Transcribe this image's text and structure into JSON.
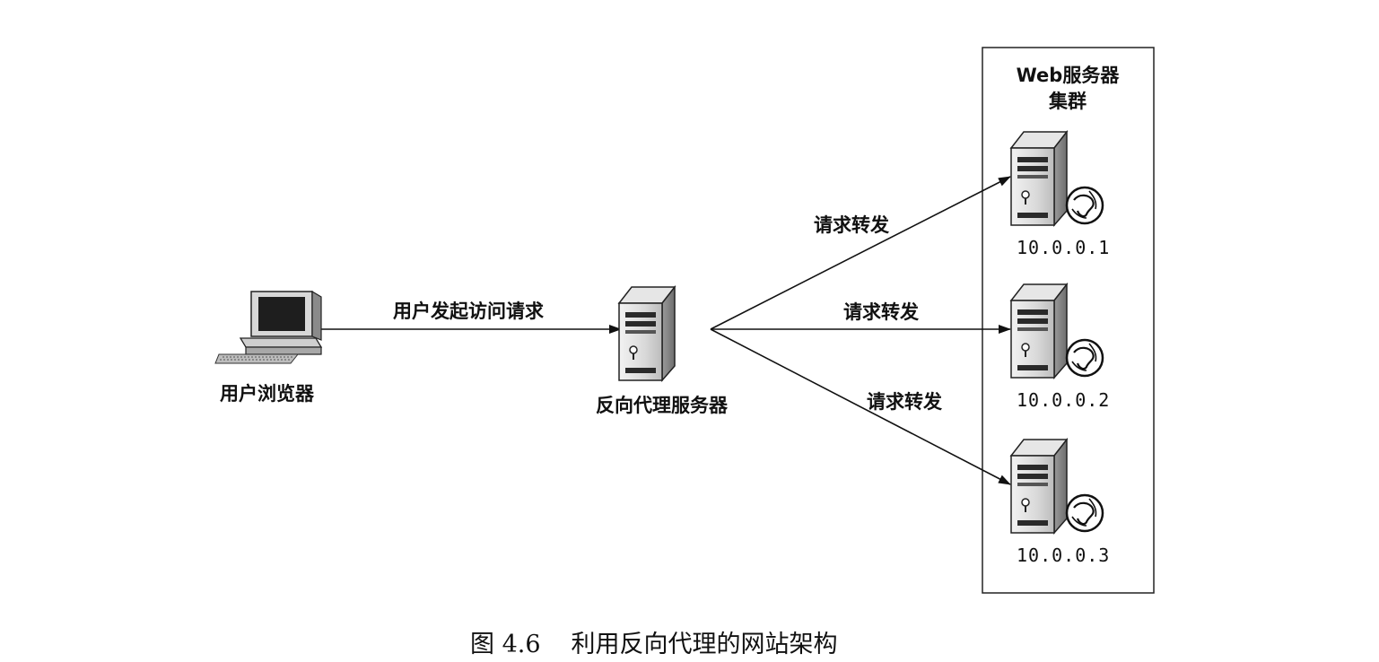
{
  "client": {
    "label": "用户浏览器",
    "icon": "desktop-computer-icon"
  },
  "proxy": {
    "label": "反向代理服务器",
    "icon": "server-icon"
  },
  "cluster": {
    "title_line1": "Web服务器",
    "title_line2": "集群"
  },
  "servers": [
    {
      "ip": "10.0.0.1",
      "icon": "web-server-icon"
    },
    {
      "ip": "10.0.0.2",
      "icon": "web-server-icon"
    },
    {
      "ip": "10.0.0.3",
      "icon": "web-server-icon"
    }
  ],
  "edges": {
    "request": "用户发起访问请求",
    "forward_1": "请求转发",
    "forward_2": "请求转发",
    "forward_3": "请求转发"
  },
  "caption": {
    "figure_no": "图 4.6",
    "text": "利用反向代理的网站架构"
  }
}
